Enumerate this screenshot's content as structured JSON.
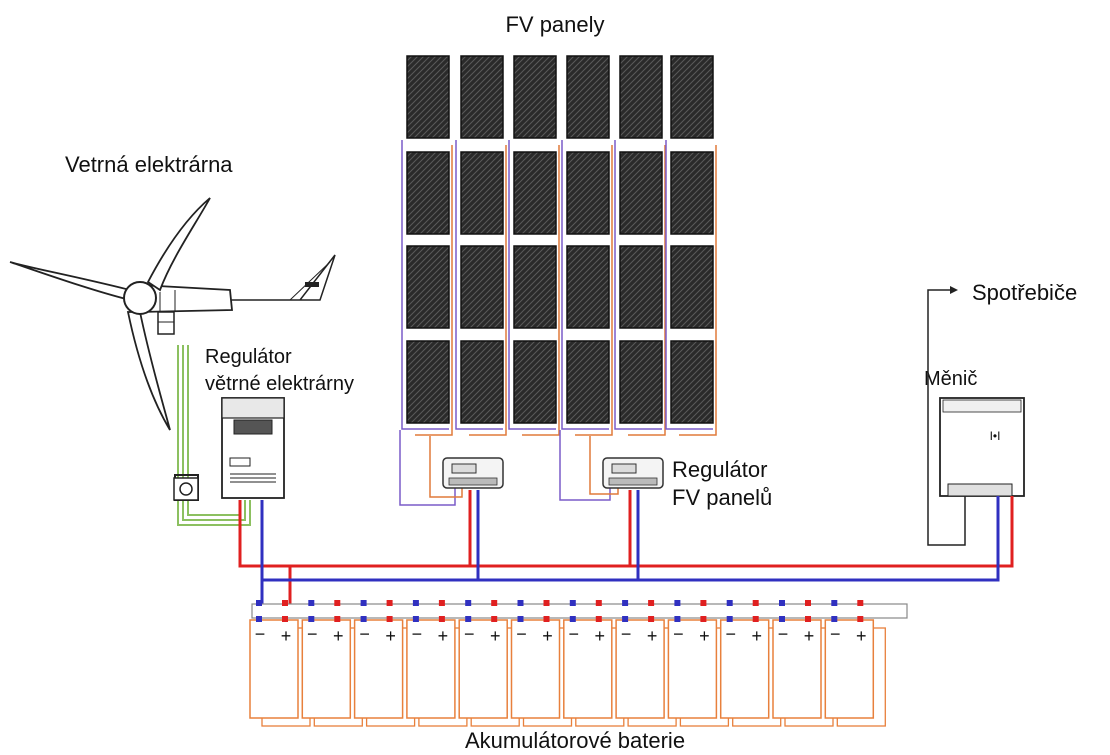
{
  "labels": {
    "pv_panels": "FV panely",
    "wind_turbine": "Vetrná elektrárna",
    "wind_controller_line1": "Regulátor",
    "wind_controller_line2": "větrné elektrárny",
    "loads": "Spotřebiče",
    "inverter": "Měnič",
    "pv_controller_line1": "Regulátor",
    "pv_controller_line2": "FV panelů",
    "batteries": "Akumulátorové baterie"
  },
  "battery_terminal_minus": "−",
  "battery_terminal_plus": "+",
  "inverter_display": "I•I",
  "colors": {
    "positive_wire": "#e02020",
    "negative_wire": "#3030c0",
    "pv_wire_purple": "#7a5cc8",
    "pv_wire_orange": "#e07a3a",
    "ground_wire_green": "#8cc060",
    "battery_outline": "#e8803c",
    "panel_fill": "#2a2a2a"
  }
}
